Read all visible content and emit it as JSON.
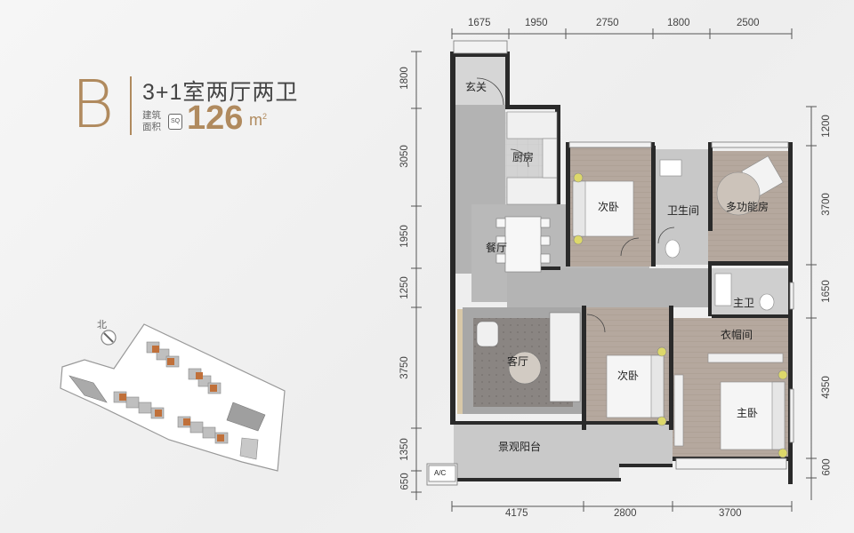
{
  "header": {
    "type_letter": "B",
    "layout": "3+1室两厅两卫",
    "area_label": "建筑面积",
    "badge": "SQ",
    "area_value": "126",
    "area_unit": "m",
    "area_unit_sup": "2"
  },
  "sitemap": {
    "north_label": "北"
  },
  "plan": {
    "top_dims": [
      "1675",
      "1950",
      "2750",
      "1800",
      "2500"
    ],
    "bottom_dims": [
      "4175",
      "2800",
      "3700"
    ],
    "left_dims": [
      "1800",
      "3050",
      "1950",
      "1250",
      "3750",
      "1350",
      "650"
    ],
    "right_dims": [
      "1200",
      "3700",
      "1650",
      "4350",
      "600"
    ],
    "rooms": {
      "foyer": "玄关",
      "kitchen": "厨房",
      "bedroom2_top": "次卧",
      "bathroom": "卫生间",
      "multi_room": "多功能房",
      "dining": "餐厅",
      "master_bath": "主卫",
      "living": "客厅",
      "bedroom2_bottom": "次卧",
      "cloakroom": "衣帽间",
      "master_bedroom": "主卧",
      "balcony": "景观阳台",
      "ac": "A/C"
    }
  },
  "colors": {
    "accent": "#b08a5e",
    "wall": "#2a2a2a",
    "floor_grey": "#b9b9b9",
    "wood": "#b3a69c"
  }
}
